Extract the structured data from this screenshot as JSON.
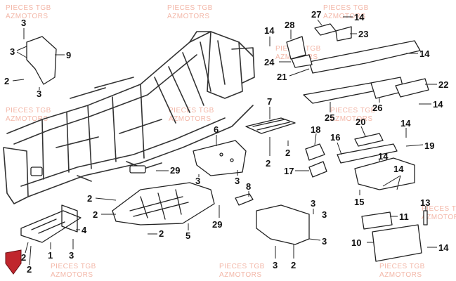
{
  "watermark": {
    "line1": "PIECES TGB",
    "line2": "AZMOTORS"
  },
  "callouts": {
    "c1": "1",
    "c2a": "2",
    "c2b": "2",
    "c2c": "2",
    "c2d": "2",
    "c2e": "2",
    "c2f": "2",
    "c2g": "2",
    "c2h": "2",
    "c3a": "3",
    "c3b": "3",
    "c3c": "3",
    "c3d": "3",
    "c3e": "3",
    "c3f": "3",
    "c3g": "3",
    "c4": "4",
    "c5": "5",
    "c6": "6",
    "c7": "7",
    "c8": "8",
    "c9": "9",
    "c10": "10",
    "c11": "11",
    "c13": "13",
    "c14a": "14",
    "c14b": "14",
    "c14c": "14",
    "c14d": "14",
    "c14e": "14",
    "c14f": "14",
    "c14g": "14",
    "c14h": "14",
    "c15": "15",
    "c16": "16",
    "c17": "17",
    "c18": "18",
    "c19": "19",
    "c20": "20",
    "c21": "21",
    "c22": "22",
    "c23": "23",
    "c24": "24",
    "c25": "25",
    "c26": "26",
    "c27": "27",
    "c28": "28",
    "c29a": "29",
    "c29b": "29"
  },
  "colors": {
    "line": "#222222",
    "watermark": "#f3b7a8",
    "logo": "#c0262d"
  },
  "icons": {
    "logo": "brand-shield-logo"
  }
}
